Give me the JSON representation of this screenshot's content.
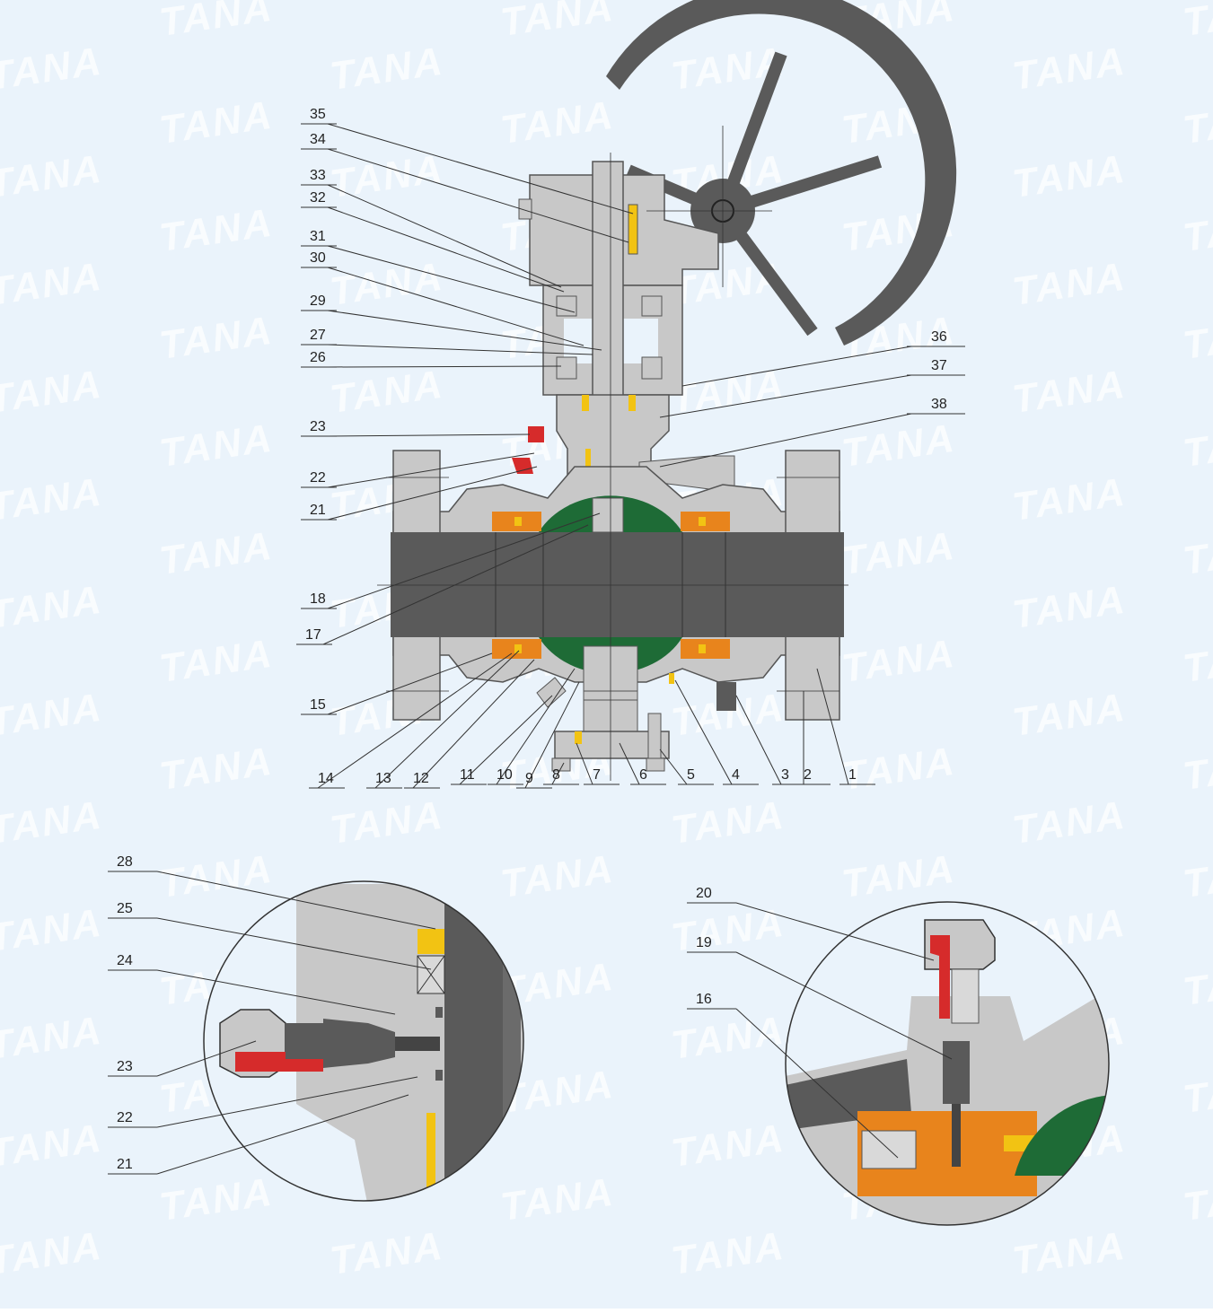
{
  "watermark": "TANA",
  "colors": {
    "background": "#eaf3fb",
    "body_gray": "#c8c8c8",
    "dark_gray": "#5a5a5a",
    "ball_green": "#1e6b36",
    "seat_orange": "#e8841c",
    "seal_yellow": "#f2c313",
    "grease_red": "#d62b2b"
  },
  "labels": [
    "1",
    "2",
    "3",
    "4",
    "5",
    "6",
    "7",
    "8",
    "9",
    "10",
    "11",
    "12",
    "13",
    "14",
    "15",
    "17",
    "18",
    "21",
    "22",
    "23",
    "26",
    "27",
    "29",
    "30",
    "31",
    "32",
    "33",
    "34",
    "35",
    "36",
    "37",
    "38"
  ],
  "detail_left_labels": [
    "28",
    "25",
    "24",
    "23",
    "22",
    "21"
  ],
  "detail_right_labels": [
    "20",
    "19",
    "16"
  ]
}
